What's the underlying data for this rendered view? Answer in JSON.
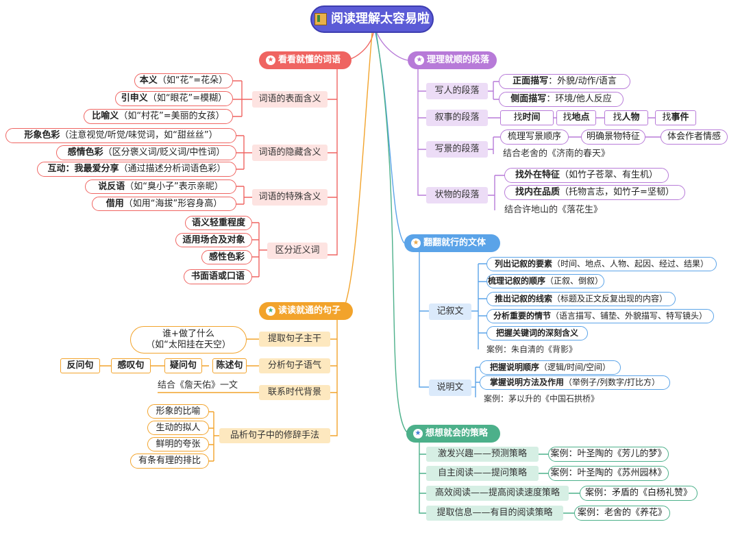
{
  "root": "阅读理解太容易啦",
  "colors": {
    "red": "#ef6461",
    "purple": "#b77ad8",
    "blue": "#5aa3e8",
    "orange": "#f2a32b",
    "green": "#4cb08a",
    "root": "#5b5bd6"
  },
  "words": {
    "title": "看看就懂的词语",
    "surface": {
      "label": "词语的表面含义",
      "items": [
        {
          "b": "本义",
          "t": "（如“花”=花朵）"
        },
        {
          "b": "引申义",
          "t": "（如“眼花”=模糊）"
        },
        {
          "b": "比喻义",
          "t": "（如“村花”=美丽的女孩）"
        }
      ]
    },
    "hidden": {
      "label": "词语的隐藏含义",
      "items": [
        {
          "b": "形象色彩",
          "t": "（注意视觉/听觉/味觉词，如“甜丝丝”）"
        },
        {
          "b": "感情色彩",
          "t": "（区分褒义词/贬义词/中性词）"
        },
        {
          "b": "互动：我最爱分享",
          "t": "（通过描述分析词语色彩）"
        }
      ]
    },
    "special": {
      "label": "词语的特殊含义",
      "items": [
        {
          "b": "说反语",
          "t": "（如“臭小子”表示亲昵）"
        },
        {
          "b": "借用",
          "t": "（如用“海拔”形容身高）"
        }
      ]
    },
    "synonym": {
      "label": "区分近义词",
      "items": [
        "语义轻重程度",
        "适用场合及对象",
        "感性色彩",
        "书面语或口语"
      ]
    }
  },
  "sentences": {
    "title": "读读就通的句子",
    "trunk": {
      "label": "提取句子主干",
      "note": [
        "谁+做了什么",
        "（如“太阳挂在天空）"
      ]
    },
    "tone": {
      "label": "分析句子语气",
      "chain": [
        "反问句",
        "感叹句",
        "疑问句",
        "陈述句"
      ]
    },
    "era": {
      "label": "联系时代背景",
      "note": "结合《詹天佑》一文"
    },
    "rhetoric": {
      "label": "品析句子中的修辞手法",
      "items": [
        "形象的比喻",
        "生动的拟人",
        "鲜明的夸张",
        "有条有理的排比"
      ]
    }
  },
  "paragraphs": {
    "title": "理理就顺的段落",
    "person": {
      "label": "写人的段落",
      "items": [
        {
          "b": "正面描写",
          "t": "：外貌/动作/语言"
        },
        {
          "b": "侧面描写",
          "t": "：环境/他人反应"
        }
      ]
    },
    "narrative": {
      "label": "叙事的段落",
      "chain": [
        {
          "p": "找",
          "b": "时间"
        },
        {
          "p": "找",
          "b": "地点"
        },
        {
          "p": "找",
          "b": "人物"
        },
        {
          "p": "找",
          "b": "事件"
        }
      ]
    },
    "scenery": {
      "label": "写景的段落",
      "chain": [
        "梳理写景顺序",
        "明确景物特征",
        "体会作者情感"
      ],
      "note": "结合老舍的《济南的春天》"
    },
    "object": {
      "label": "状物的段落",
      "items": [
        {
          "b": "找外在特征",
          "t": "（如竹子苍翠、有生机）"
        },
        {
          "b": "找内在品质",
          "t": "（托物言志，如竹子=坚韧）"
        }
      ],
      "note": "结合许地山的《落花生》"
    }
  },
  "genres": {
    "title": "翻翻就行的文体",
    "narrative": {
      "label": "记叙文",
      "items": [
        {
          "b": "列出记叙的要素",
          "t": "（时间、地点、人物、起因、经过、结果）"
        },
        {
          "b": "梳理记叙的顺序",
          "t": "（正叙、倒叙）"
        },
        {
          "b": "推出记叙的线索",
          "t": "（标题及正文反复出现的内容）"
        },
        {
          "b": "分析重要的情节",
          "t": "（语言描写、铺垫、外貌描写、特写镜头）"
        },
        {
          "b": "把握关键词的深刻含义",
          "t": ""
        }
      ],
      "note": "案例：朱自清的《背影》"
    },
    "expository": {
      "label": "说明文",
      "items": [
        {
          "b": "把握说明顺序",
          "t": "（逻辑/时间/空间）"
        },
        {
          "b": "掌握说明方法及作用",
          "t": "（举例子/列数字/打比方）"
        }
      ],
      "note": "案例：茅以升的《中国石拱桥》"
    }
  },
  "strategies": {
    "title": "想想就会的策略",
    "items": [
      {
        "label": "激发兴趣——预测策略",
        "case": "案例：叶圣陶的《芳儿的梦》"
      },
      {
        "label": "自主阅读——提问策略",
        "case": "案例：叶圣陶的《苏州园林》"
      },
      {
        "label": "高效阅读——提高阅读速度策略",
        "case": "案例：矛盾的《白杨礼赞》"
      },
      {
        "label": "提取信息——有目的阅读策略",
        "case": "案例：老舍的《养花》"
      }
    ]
  }
}
